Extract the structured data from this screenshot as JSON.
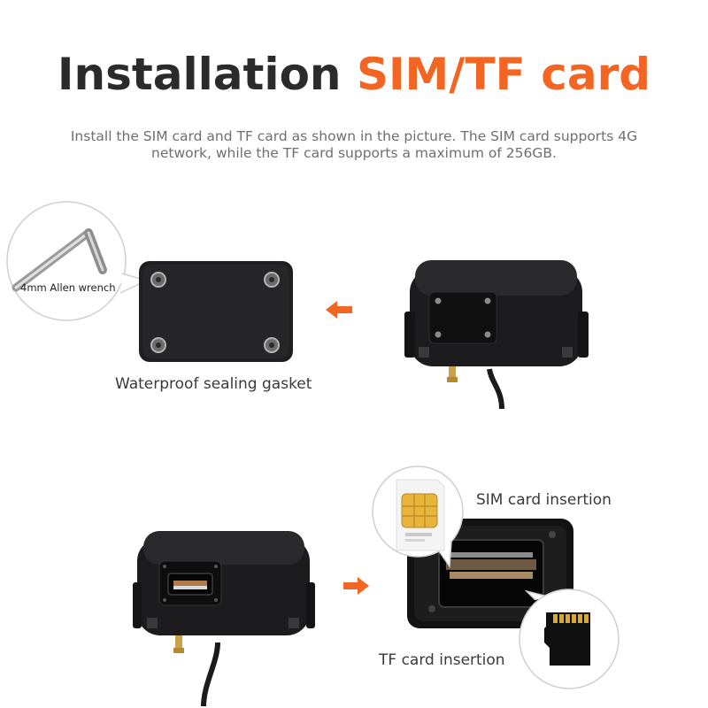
{
  "heading": {
    "part1": "Installation",
    "part2": "SIM/TF card",
    "subtitle_line1": "Install the SIM card and TF card as shown in the picture. The SIM card supports 4G",
    "subtitle_line2": "network, while the TF card supports a maximum of 256GB."
  },
  "step1": {
    "wrench_label": "4mm Allen wrench",
    "gasket_caption": "Waterproof sealing gasket"
  },
  "step2": {
    "sim_caption": "SIM card insertion",
    "tf_caption": "TF card insertion"
  },
  "colors": {
    "accent": "#f26522",
    "title_dark": "#2b2b2b",
    "device_body": "#1c1c1e"
  }
}
